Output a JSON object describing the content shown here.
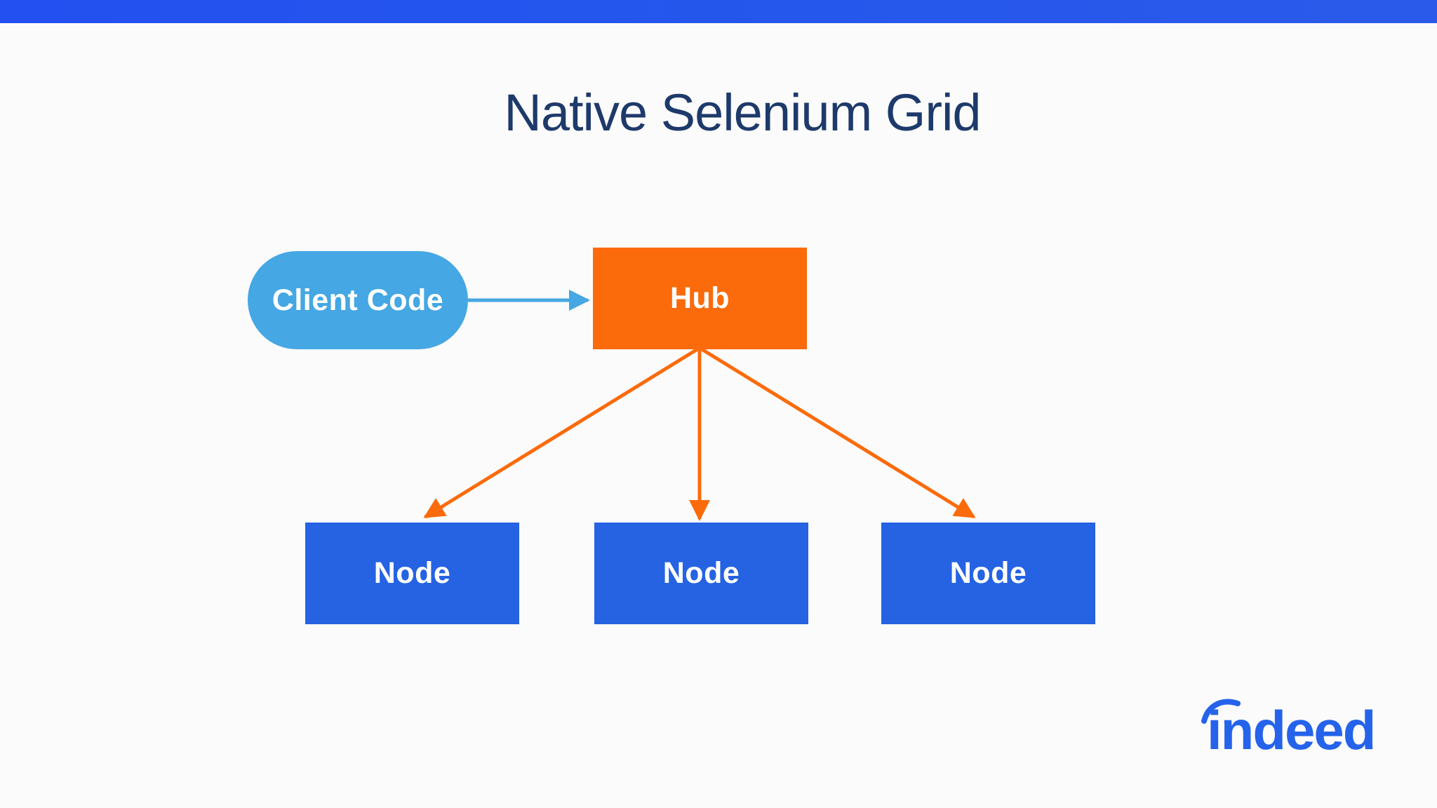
{
  "slide": {
    "title": "Native Selenium Grid"
  },
  "diagram": {
    "client": {
      "label": "Client Code",
      "shape": "pill",
      "color": "#45a7e3"
    },
    "hub": {
      "label": "Hub",
      "shape": "rect",
      "color": "#fb6b0b"
    },
    "nodes": [
      {
        "label": "Node",
        "color": "#2563e3"
      },
      {
        "label": "Node",
        "color": "#2563e3"
      },
      {
        "label": "Node",
        "color": "#2563e3"
      }
    ],
    "edges": [
      {
        "from": "Client Code",
        "to": "Hub",
        "color": "#45a7e3"
      },
      {
        "from": "Hub",
        "to": "Node 1",
        "color": "#fb6b0b"
      },
      {
        "from": "Hub",
        "to": "Node 2",
        "color": "#fb6b0b"
      },
      {
        "from": "Hub",
        "to": "Node 3",
        "color": "#fb6b0b"
      }
    ]
  },
  "branding": {
    "logo_text": "indeed",
    "logo_color": "#2563eb"
  },
  "colors": {
    "top_bar": "#2453ee",
    "background": "#fbfbfb",
    "title_text": "#1e3a6b",
    "box_label_text": "#ffffff"
  }
}
